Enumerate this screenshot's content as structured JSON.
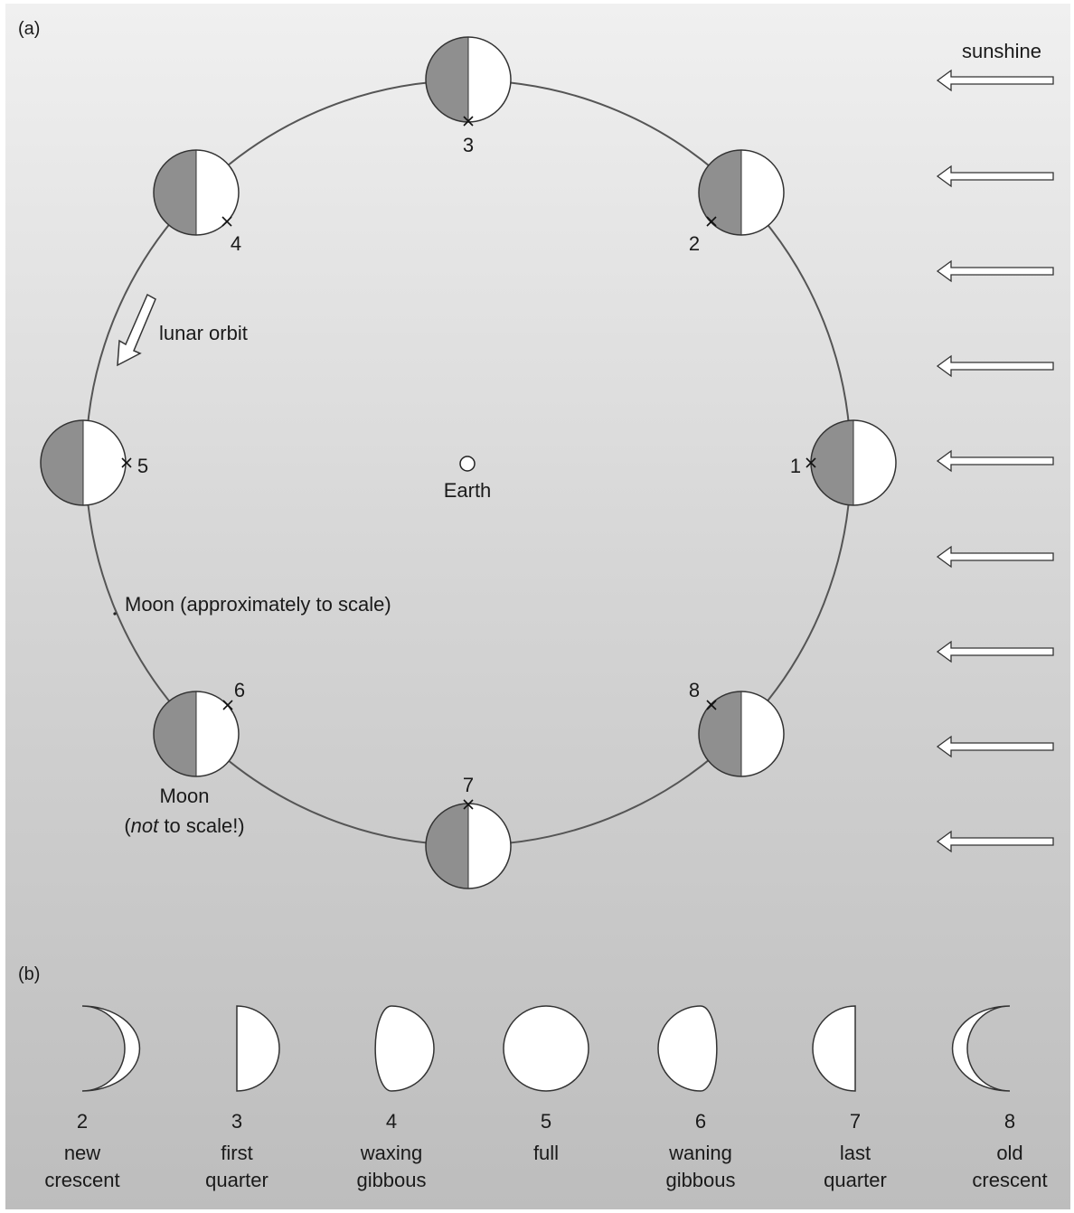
{
  "panel_a": {
    "label": "(a)",
    "sunshine_label": "sunshine",
    "earth_label": "Earth",
    "orbit_label": "lunar orbit",
    "moon_scale_label": "Moon (approximately to scale)",
    "moon_not_scale_line1": "Moon",
    "moon_not_scale_italic": "not",
    "moon_not_scale_rest": " to scale!)",
    "moon_not_scale_open": "(",
    "positions": [
      "1",
      "2",
      "3",
      "4",
      "5",
      "6",
      "7",
      "8"
    ]
  },
  "panel_b": {
    "label": "(b)",
    "phases": [
      {
        "number": "2",
        "line1": "new",
        "line2": "crescent",
        "shape": "waxing-crescent"
      },
      {
        "number": "3",
        "line1": "first",
        "line2": "quarter",
        "shape": "first-quarter"
      },
      {
        "number": "4",
        "line1": "waxing",
        "line2": "gibbous",
        "shape": "waxing-gibbous"
      },
      {
        "number": "5",
        "line1": "full",
        "line2": "",
        "shape": "full"
      },
      {
        "number": "6",
        "line1": "waning",
        "line2": "gibbous",
        "shape": "waning-gibbous"
      },
      {
        "number": "7",
        "line1": "last",
        "line2": "quarter",
        "shape": "last-quarter"
      },
      {
        "number": "8",
        "line1": "old",
        "line2": "crescent",
        "shape": "waning-crescent"
      }
    ]
  },
  "colors": {
    "moon_dark_half": "#8f8f8f",
    "moon_lit_half": "#ffffff",
    "outline": "#333333",
    "orbit": "#555555"
  }
}
